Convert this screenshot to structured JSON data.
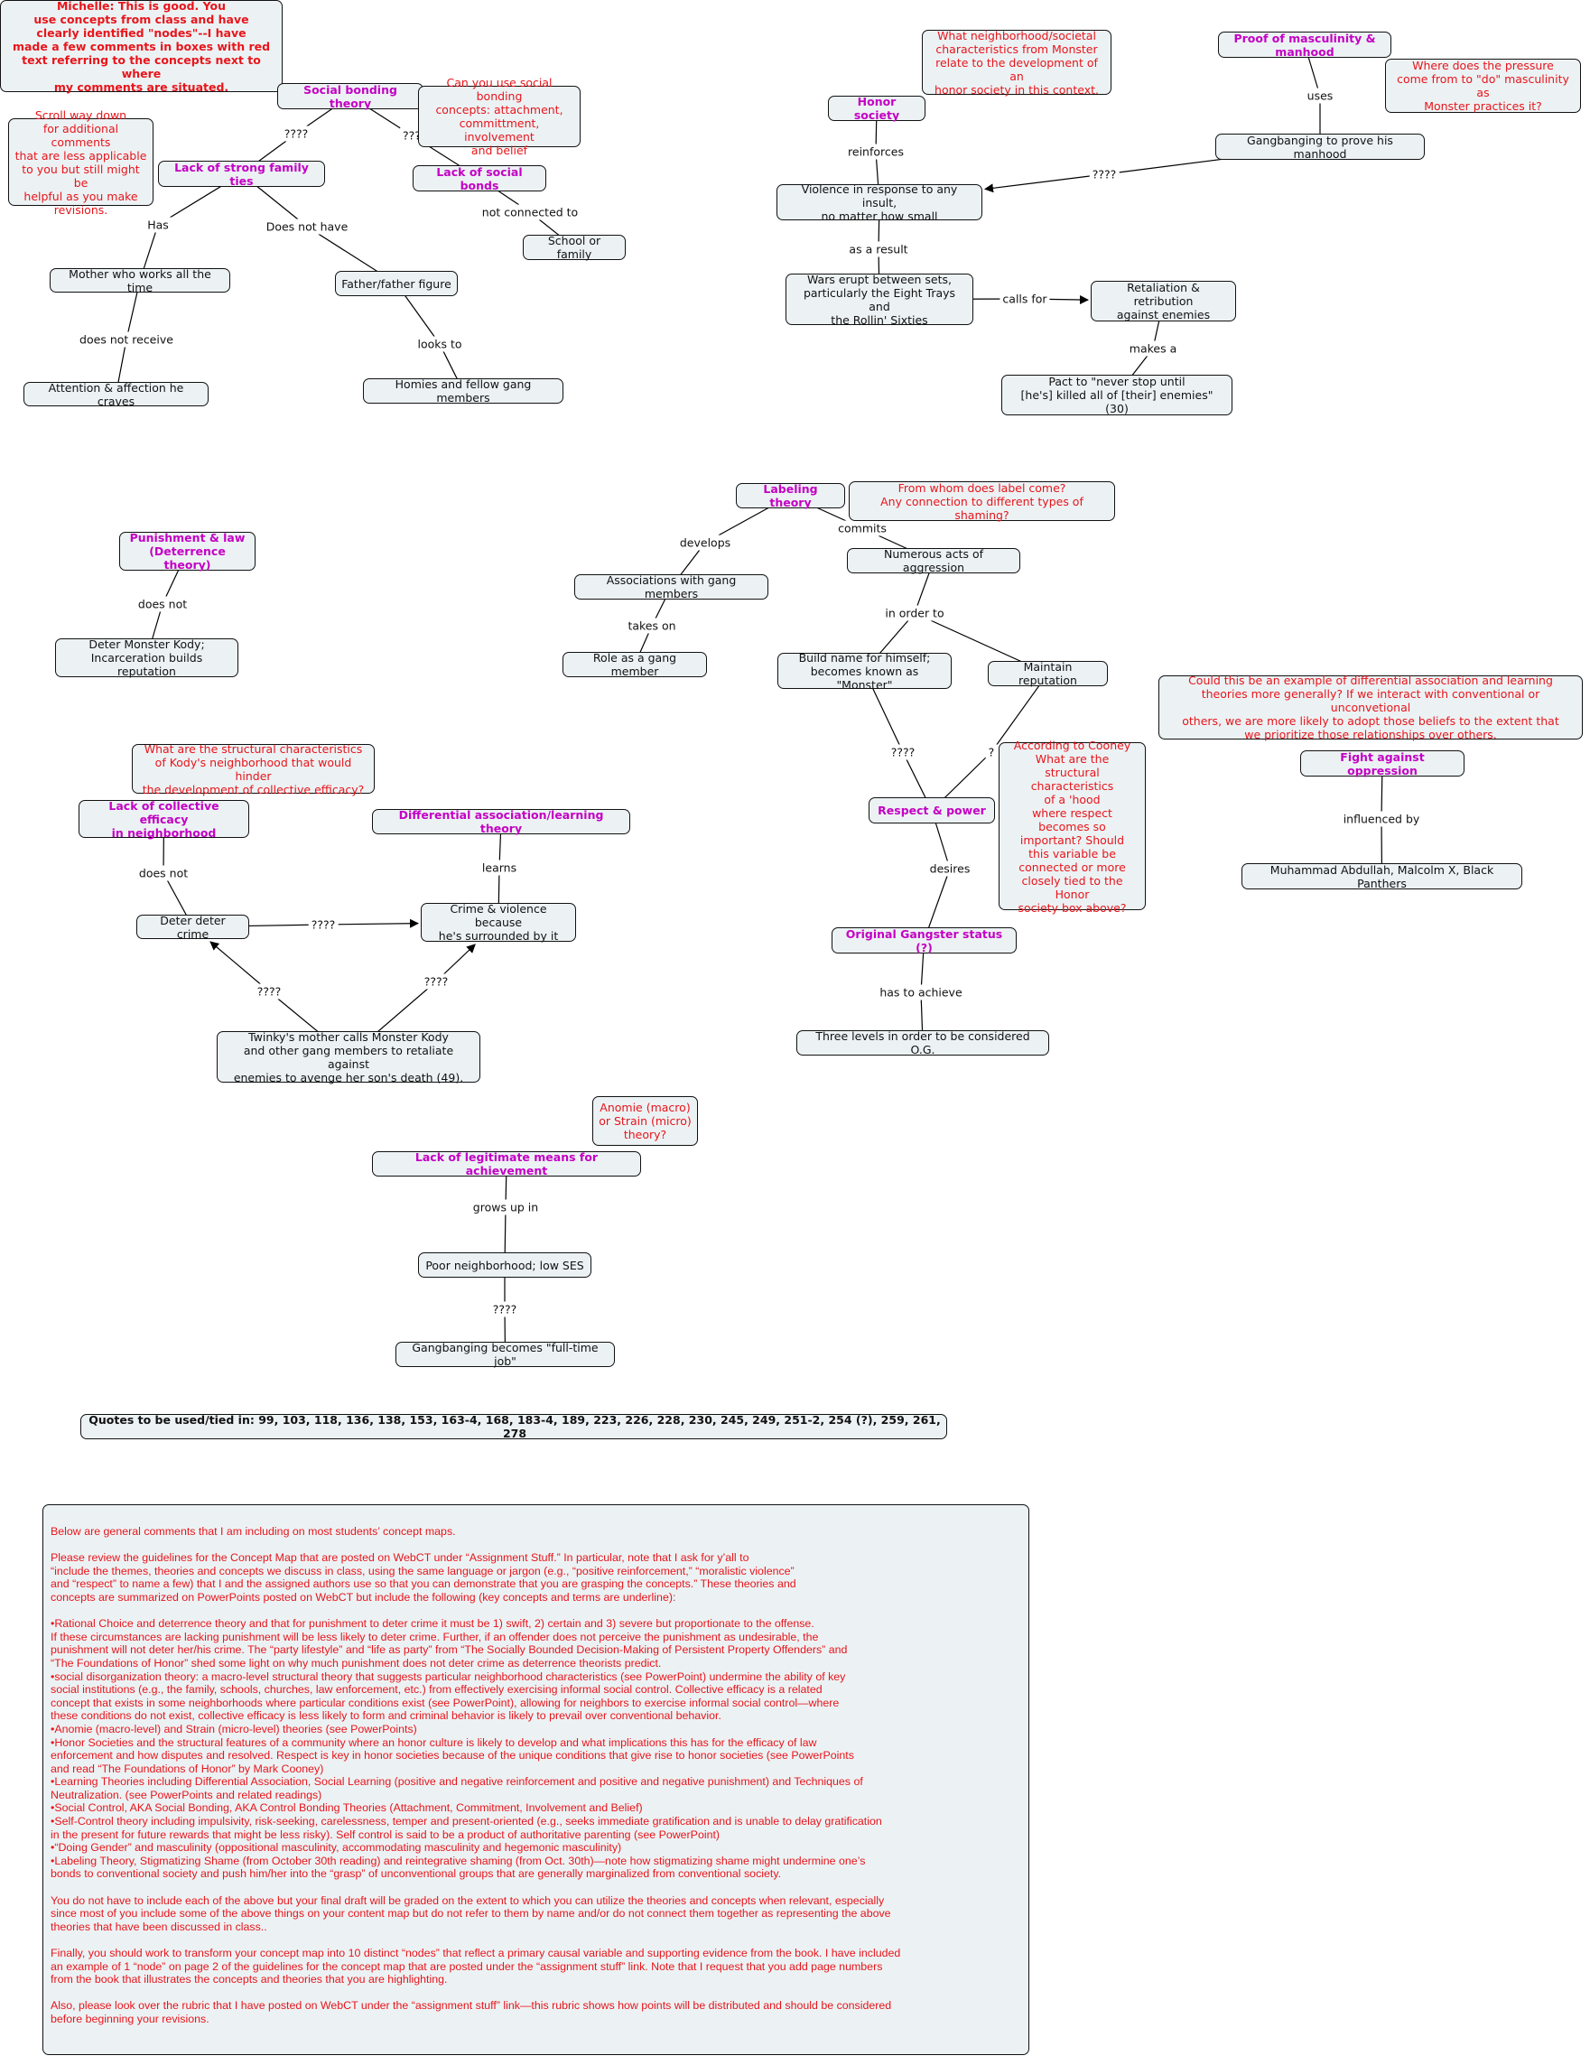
{
  "colors": {
    "node_bg": "#ecf2f4",
    "concept_purple": "#c400c4",
    "comment_red": "#e8151b"
  },
  "comments": {
    "michelle": "Michelle: This is good.  You\nuse concepts from class and have\nclearly identified \"nodes\"--I have\nmade a few comments in boxes with red\ntext referring to the concepts next to where\nmy comments are situated.",
    "social_bonding": "Can you use social bonding\nconcepts: attachment,\ncommittment, involvement\nand belief",
    "scroll": "Scroll way down\nfor additional comments\nthat are less applicable\nto you but still might be\nhelpful as you make\nrevisions.",
    "honor": "What neighborhood/societal\ncharacteristics from Monster\nrelate to the development of an\nhonor society in this context.",
    "pressure": "Where does the pressure\ncome from to \"do\" masculinity as\nMonster practices it?",
    "label": "From whom does label come?\nAny connection to different types of shaming?",
    "diff_assoc": "Could this be an example of differential association and learning\ntheories more generally?  If we interact with conventional or unconvetional\nothers, we are more likely to adopt those beliefs to the extent that\nwe prioritize those relationships over others.",
    "cooney": "According to Cooney\nWhat are the\nstructural\ncharacteristics\nof a 'hood\nwhere respect\nbecomes so\nimportant?  Should\nthis variable be\nconnected or more\nclosely tied to the Honor\nsociety box above?",
    "collective": "What are the structural characteristics\nof Kody's neighborhood that would hinder\nthe development of collective efficacy?",
    "anomie": "Anomie (macro)\nor Strain (micro)\ntheory?"
  },
  "nodes": {
    "social_bonding_theory": "Social bonding theory",
    "lack_family_ties": "Lack of strong family ties",
    "lack_social_bonds": "Lack of social bonds",
    "school_family": "School or family",
    "mother": "Mother who works all the time",
    "father": "Father/father figure",
    "attention": "Attention & affection he craves",
    "homies": "Homies and fellow gang members",
    "honor_society": "Honor society",
    "proof_masculinity": "Proof of masculinity & manhood",
    "gangbanging_manhood": "Gangbanging to prove his manhood",
    "violence": "Violence in response to any insult,\nno matter how small",
    "wars": "Wars erupt between sets,\nparticularly the Eight Trays and\nthe Rollin' Sixties",
    "retaliation": "Retaliation & retribution\nagainst enemies",
    "pact": "Pact to \"never stop until\n[he's] killed all of [their] enemies\" (30)",
    "labeling_theory": "Labeling theory",
    "associations": "Associations with gang members",
    "numerous_acts": "Numerous acts of aggression",
    "role": "Role as a gang member",
    "build_name": "Build name for himself;\nbecomes known as \"Monster\"",
    "maintain": "Maintain reputation",
    "respect": "Respect & power",
    "og_status": "Original Gangster status (?)",
    "three_levels": "Three levels in order to be considered O.G.",
    "fight": "Fight against oppression",
    "muhammad": "Muhammad Abdullah, Malcolm X, Black Panthers",
    "punishment": "Punishment & law\n(Deterrence theory)",
    "deter_kody": "Deter Monster Kody;\nIncarceration builds reputation",
    "collective_efficacy": "Lack of collective efficacy\nin neighborhood",
    "diff_assoc_theory": "Differential association/learning theory",
    "deter_deter": "Deter deter crime",
    "crime_violence": "Crime & violence because\nhe's surrounded by it",
    "twinky": "Twinky's mother calls Monster Kody\nand other gang members to retaliate against\nenemies to avenge her son's death (49).",
    "legitimate_means": "Lack of legitimate means for achievement",
    "poor_neighborhood": "Poor neighborhood; low SES",
    "fulltime_job": "Gangbanging becomes \"full-time job\""
  },
  "links": {
    "sb_q1": "????",
    "sb_q2": "???",
    "not_connected": "not connected to",
    "has": "Has",
    "does_not_have": "Does not have",
    "does_not_receive": "does not receive",
    "looks_to": "looks to",
    "reinforces": "reinforces",
    "uses": "uses",
    "gang_q": "????",
    "as_a_result": "as a result",
    "calls_for": "calls for",
    "makes_a": "makes a",
    "develops": "develops",
    "commits": "commits",
    "takes_on": "takes on",
    "in_order_to": "in order to",
    "build_q": "????",
    "maintain_q": "?",
    "desires": "desires",
    "has_to_achieve": "has to achieve",
    "influenced_by": "influenced by",
    "punish_does_not": "does not",
    "ce_does_not": "does not",
    "learns": "learns",
    "deter_q": "????",
    "twinky_q1": "????",
    "twinky_q2": "????",
    "grows_up_in": "grows up in",
    "poor_q": "????"
  },
  "quotes": "Quotes to be used/tied in: 99, 103, 118, 136, 138, 153, 163-4, 168, 183-4, 189, 223, 226, 228, 230, 245, 249, 251-2, 254 (?), 259, 261, 278",
  "general_comments": [
    "Below are general comments that I am including on most students’ concept maps.",
    "Please review the guidelines for the Concept Map that are posted on WebCT under “Assignment Stuff.”  In particular, note that I ask for y’all to\n“include the themes, theories and concepts we discuss in class, using the same language or jargon (e.g., “positive reinforcement,” “moralistic violence”\nand “respect” to name a few) that I and the assigned authors use so that you can demonstrate that you are grasping the concepts.”  These theories and\nconcepts are summarized on PowerPoints posted on WebCT but include the following (key concepts and terms are underline):",
    "•Rational Choice and deterrence theory and that for punishment to deter crime it must be   1) swift, 2) certain and 3) severe but proportionate to the offense.\nIf these circumstances are lacking punishment will be less likely to deter crime.  Further, if an offender does not perceive the punishment as undesirable, the\npunishment will not deter her/his crime.  The “party lifestyle” and “life as party” from “The Socially Bounded Decision-Making of Persistent Property Offenders” and\n“The Foundations of Honor” shed some light on why much punishment does not deter crime as deterrence theorists predict.\n•social disorganization theory: a macro-level structural theory that suggests particular neighborhood characteristics (see PowerPoint) undermine the ability of key\nsocial institutions (e.g., the family, schools, churches, law enforcement, etc.) from effectively exercising informal social control.  Collective efficacy is a related\nconcept that exists in some neighborhoods where particular conditions exist (see PowerPoint), allowing for neighbors to exercise informal social control—where\nthese conditions do not exist, collective efficacy is less likely to form and criminal behavior is likely to prevail over conventional behavior.\n•Anomie (macro-level) and Strain (micro-level) theories (see PowerPoints)\n•Honor Societies and the structural features of a community where an honor culture is likely to develop and what implications this has for the efficacy of law\nenforcement and how disputes and resolved.  Respect is key in honor societies because of the unique conditions that give rise to honor societies (see PowerPoints\nand read “The Foundations of Honor” by Mark Cooney)\n•Learning Theories including Differential Association, Social Learning (positive and negative reinforcement and positive and negative punishment) and Techniques of\nNeutralization. (see PowerPoints and related readings)\n•Social Control, AKA Social Bonding, AKA Control Bonding Theories (Attachment, Commitment, Involvement and Belief)\n•Self-Control theory including impulsivity, risk-seeking, carelessness, temper and present-oriented (e.g., seeks immediate gratification and is unable to delay gratification\nin the present for future rewards that might be less risky).  Self control is said to be a product of authoritative parenting (see PowerPoint)\n•“Doing Gender” and masculinity (oppositional masculinity, accommodating masculinity and hegemonic masculinity)\n•Labeling Theory, Stigmatizing Shame (from October 30th reading) and reintegrative shaming (from Oct. 30th)—note how stigmatizing shame might undermine one’s\nbonds to conventional society and push him/her into the “grasp” of unconventional groups that are generally marginalized from conventional society.",
    "You do not have to include each of the above but your final draft will be graded on the extent to which you can utilize the theories and concepts when relevant, especially\nsince most of you include some of the above things on your content map but do not refer to them by name and/or do not connect them together as representing the above\ntheories that have been discussed in class..",
    "Finally, you should work to transform your concept map into 10 distinct “nodes” that reflect a primary causal variable and supporting evidence from the book.  I have included\nan example of 1 “node” on page 2 of the guidelines for the concept map that are posted under the “assignment stuff” link.   Note that I request that you add page numbers\nfrom the book that illustrates the concepts and theories that you are highlighting.",
    "Also, please look over the rubric that I have posted on WebCT under the “assignment stuff” link—this rubric shows how points will be distributed and should be considered\nbefore beginning your revisions."
  ]
}
